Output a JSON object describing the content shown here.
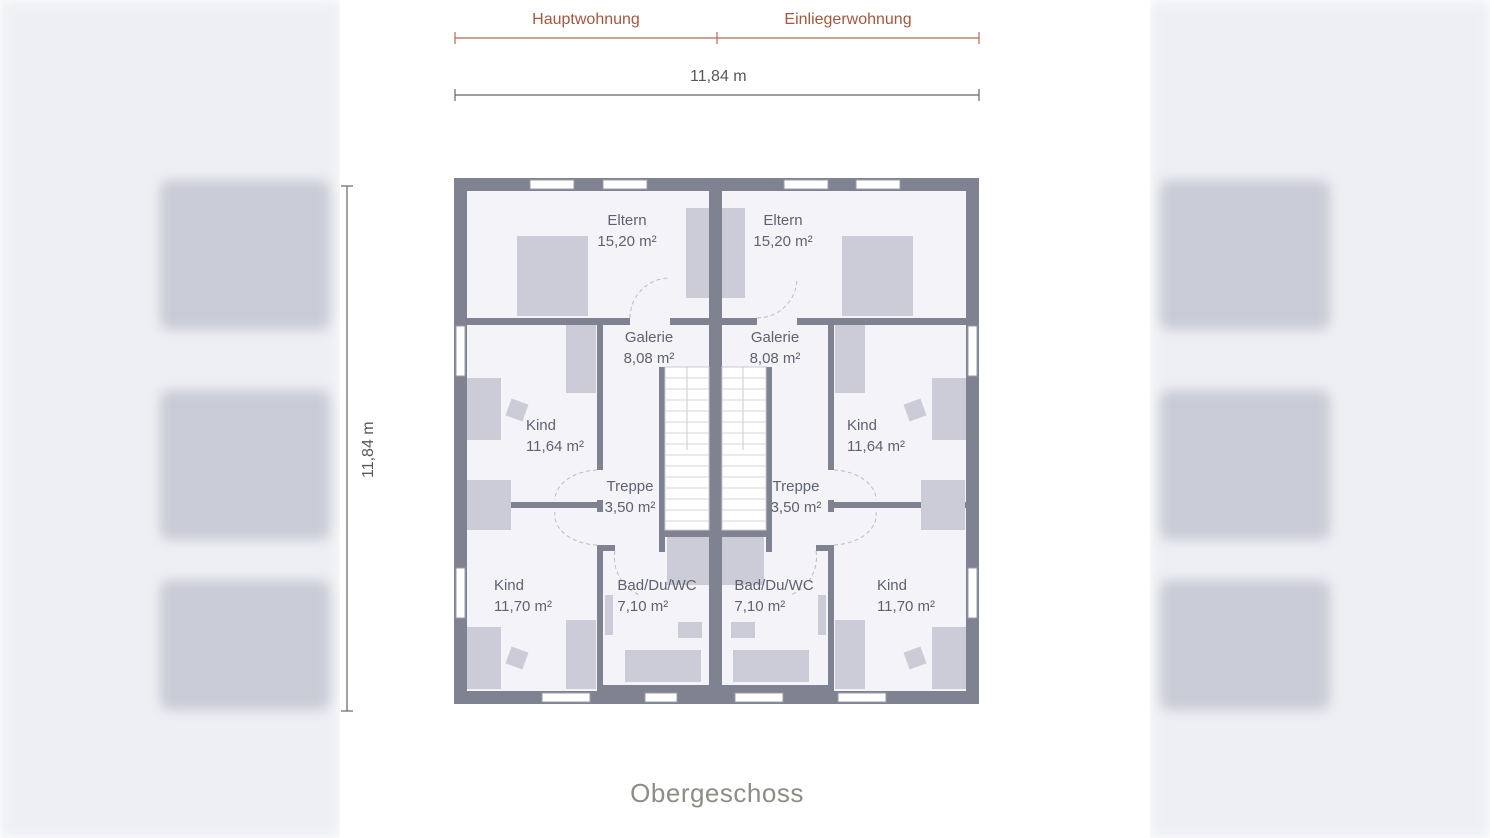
{
  "header": {
    "left_unit": "Hauptwohnung",
    "right_unit": "Einliegerwohnung",
    "width_dimension": "11,84 m",
    "height_dimension": "11,84 m"
  },
  "rooms": {
    "eltern_left": {
      "name": "Eltern",
      "area": "15,20 m²"
    },
    "eltern_right": {
      "name": "Eltern",
      "area": "15,20 m²"
    },
    "galerie_left": {
      "name": "Galerie",
      "area": "8,08 m²"
    },
    "galerie_right": {
      "name": "Galerie",
      "area": "8,08 m²"
    },
    "kind_upper_left": {
      "name": "Kind",
      "area": "11,64 m²"
    },
    "kind_upper_right": {
      "name": "Kind",
      "area": "11,64 m²"
    },
    "treppe_left": {
      "name": "Treppe",
      "area": "3,50 m²"
    },
    "treppe_right": {
      "name": "Treppe",
      "area": "3,50 m²"
    },
    "kind_lower_left": {
      "name": "Kind",
      "area": "11,70 m²"
    },
    "kind_lower_right": {
      "name": "Kind",
      "area": "11,70 m²"
    },
    "bad_left": {
      "name": "Bad/Du/WC",
      "area": "7,10 m²"
    },
    "bad_right": {
      "name": "Bad/Du/WC",
      "area": "7,10 m²"
    }
  },
  "caption": "Obergeschoss",
  "colors": {
    "wall": "#7f8291",
    "floor": "#f4f4f8",
    "furniture": "#cbccd8",
    "accent": "#a8573d"
  }
}
